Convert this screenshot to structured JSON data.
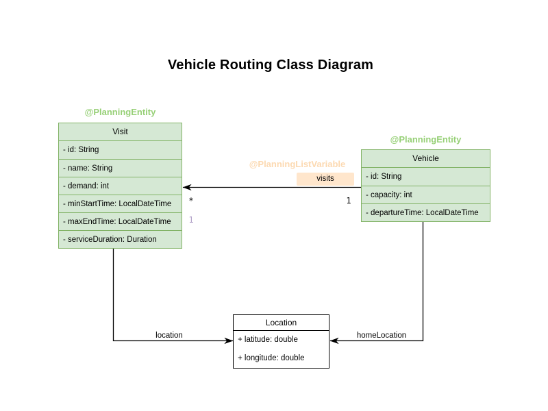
{
  "title": "Vehicle Routing Class Diagram",
  "colors": {
    "entity_fill": "#d5e8d4",
    "entity_border": "#82b366",
    "entity_annotation_text": "#97d077",
    "list_variable_annotation_text": "#fcd9b1",
    "visits_badge_fill": "#ffe6cc",
    "location_fill": "#ffffff",
    "location_border": "#000000",
    "secondary_multiplicity_color": "#b0a0c8",
    "connector_color": "#000000"
  },
  "classes": {
    "visit": {
      "annotation": "@PlanningEntity",
      "name": "Visit",
      "attributes": [
        "- id: String",
        "- name: String",
        "- demand: int",
        "- minStartTime: LocalDateTime",
        "- maxEndTime: LocalDateTime",
        "- serviceDuration: Duration"
      ]
    },
    "vehicle": {
      "annotation": "@PlanningEntity",
      "name": "Vehicle",
      "attributes": [
        "- id: String",
        "- capacity: int",
        "- departureTime: LocalDateTime"
      ]
    },
    "location": {
      "name": "Location",
      "attributes": [
        "+ latitude: double",
        "+ longitude: double"
      ]
    }
  },
  "relations": {
    "visits": {
      "annotation": "@PlanningListVariable",
      "label": "visits",
      "multiplicity_source": "1",
      "multiplicity_target": "*",
      "secondary_multiplicity": "1"
    },
    "location": {
      "label": "location"
    },
    "homeLocation": {
      "label": "homeLocation"
    }
  }
}
